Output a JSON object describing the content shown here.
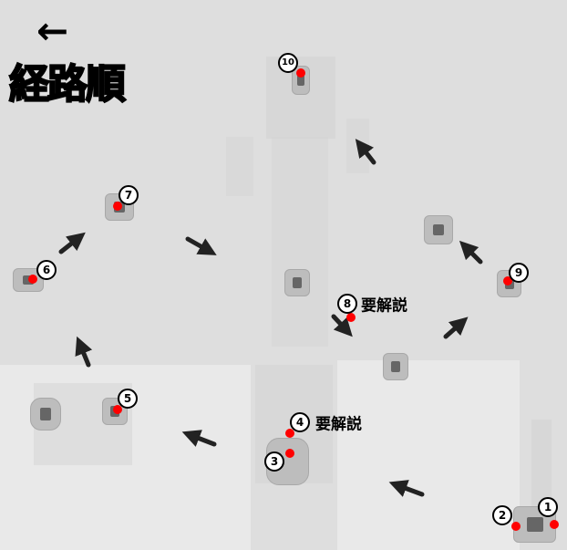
{
  "title": "経路順",
  "direction_arrow": "←",
  "waypoints": [
    {
      "label": "1"
    },
    {
      "label": "2"
    },
    {
      "label": "3"
    },
    {
      "label": "4",
      "note": "要解説"
    },
    {
      "label": "5"
    },
    {
      "label": "6"
    },
    {
      "label": "7"
    },
    {
      "label": "8",
      "note": "要解説"
    },
    {
      "label": "9"
    },
    {
      "label": "10"
    }
  ],
  "colors": {
    "marker": "#ff0000",
    "arrow": "#222222",
    "background": "#dedede"
  }
}
